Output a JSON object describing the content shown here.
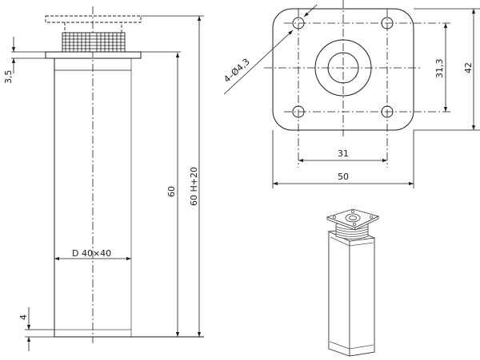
{
  "drawing": {
    "title": "Adjustable square furniture leg - technical drawing",
    "side_view": {
      "dimensions": {
        "plate_thickness": "3,5",
        "leg_height": "60",
        "total_height": "60 H+20",
        "section": "D 40×40",
        "foot_height": "4"
      }
    },
    "top_view": {
      "dimensions": {
        "hole_spec": "4–Ø4,3",
        "hole_spacing_x": "31",
        "plate_width": "50",
        "hole_spacing_y": "31,3",
        "plate_height": "42"
      }
    },
    "iso_view": {
      "label": ""
    }
  }
}
